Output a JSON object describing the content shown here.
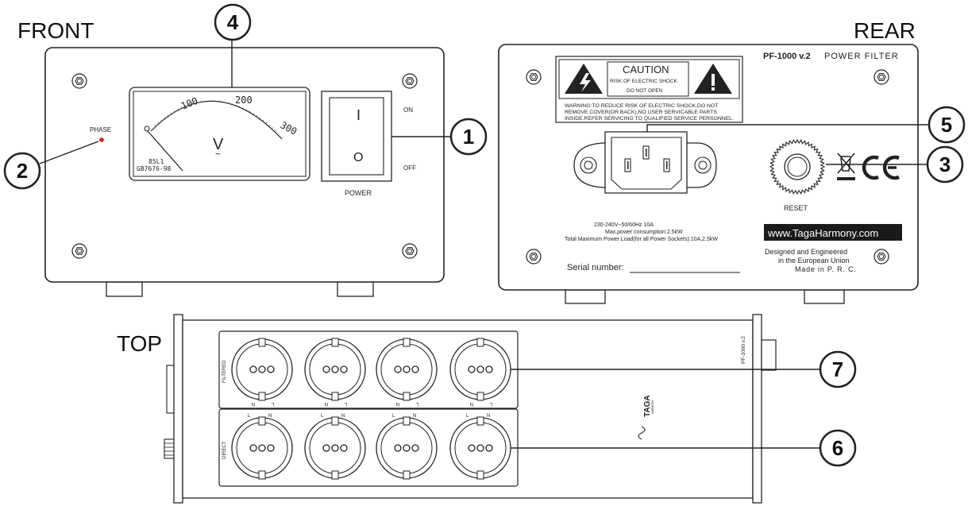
{
  "labels": {
    "front": "FRONT",
    "rear": "REAR",
    "top": "TOP"
  },
  "callouts": [
    "1",
    "2",
    "3",
    "4",
    "5",
    "6",
    "7"
  ],
  "front_panel": {
    "phase": "PHASE",
    "power": "POWER",
    "on": "ON",
    "off": "OFF",
    "switch_on_symbol": "I",
    "switch_off_symbol": "O",
    "meter": {
      "scale": [
        "100",
        "200",
        "300"
      ],
      "unit_symbol": "V",
      "unit_sub": "~",
      "model_line1": "85L1",
      "model_line2": "GB7676-98"
    }
  },
  "rear_panel": {
    "model": "PF-1000 v.2",
    "title": "POWER FILTER",
    "caution": "CAUTION",
    "caution_line1": "RISK OF ELECTRIC SHOCK",
    "caution_line2": "DO NOT OPEN",
    "warning1": "WARNING:TO REDUCE RISK OF ELECTRIC SHOCK,DO NOT",
    "warning2": "REMOVE COVER(OR BACK),NO USER SERVICABLE PARTS",
    "warning3": "INSIDE.REFER SERVICING TO QUALIFIED SERVICE PERSONNEL.",
    "rating1": "230-240V~50/60Hz 10A",
    "rating2": "Max.power consumption:2.5kW",
    "rating3": "Total Maximum Power Load(for all Power Sockets):10A,2.5kW",
    "serial": "Serial number:",
    "reset": "RESET",
    "website": "www.TagaHarmony.com",
    "designed1": "Designed and Engineered",
    "designed2": "in the European Union",
    "made": "Made in P. R. C."
  },
  "top_view": {
    "filtered": "FILTERED",
    "direct": "DIRECT",
    "model": "PF-1000 v.2",
    "brand": "TAGA",
    "brand_sub": "HARMONY",
    "l": "L",
    "n": "N"
  },
  "colors": {
    "line": "#222222",
    "phase_led": "#cc2222",
    "background": "#ffffff"
  }
}
